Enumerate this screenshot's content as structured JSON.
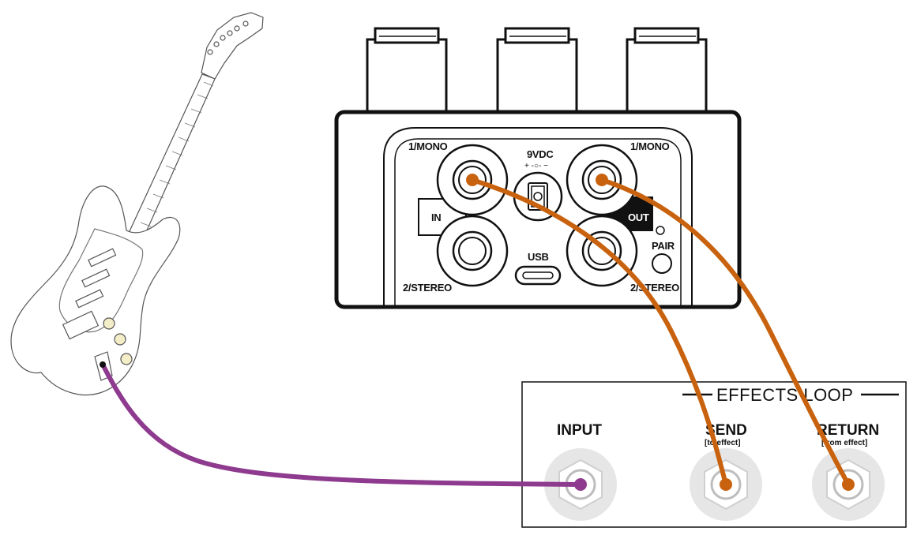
{
  "pedal": {
    "in_top_label": "1/MONO",
    "out_top_label": "1/MONO",
    "in_bottom_label": "2/STEREO",
    "out_bottom_label": "2/STEREO",
    "in_label": "IN",
    "out_label": "OUT",
    "power_label": "9VDC",
    "polarity_label": "+ -○- −",
    "usb_label": "USB",
    "pair_label": "PAIR"
  },
  "amp": {
    "loop_title": "EFFECTS LOOP",
    "input_label": "INPUT",
    "send_label": "SEND",
    "send_sub": "[to effect]",
    "return_label": "RETURN",
    "return_sub": "[from effect]"
  },
  "colors": {
    "guitar_cable": "#8e3a8e",
    "loop_cable": "#c8620e",
    "outline": "#111111",
    "jack_gray": "#e6e6e6"
  },
  "icons": [
    "guitar-icon",
    "usb-c-icon",
    "dc-jack-icon",
    "pair-button-icon"
  ]
}
